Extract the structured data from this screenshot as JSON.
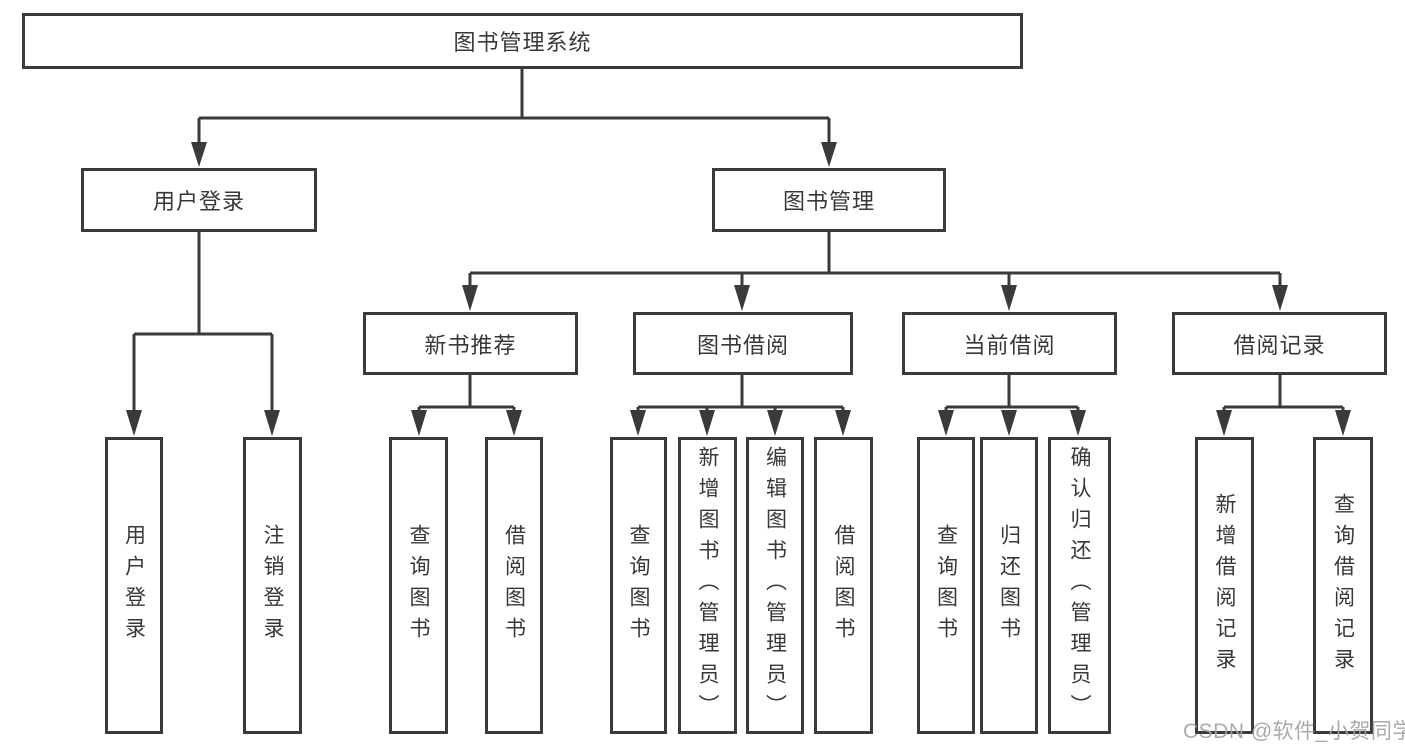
{
  "diagram": {
    "title": "图书管理系统",
    "branches": [
      {
        "label": "用户登录",
        "leaves": [
          "用户登录",
          "注销登录"
        ]
      },
      {
        "label": "图书管理",
        "children": [
          {
            "label": "新书推荐",
            "leaves": [
              "查询图书",
              "借阅图书"
            ]
          },
          {
            "label": "图书借阅",
            "leaves": [
              "查询图书",
              "新增图书（管理员）",
              "编辑图书（管理员）",
              "借阅图书"
            ]
          },
          {
            "label": "当前借阅",
            "leaves": [
              "查询图书",
              "归还图书",
              "确认归还（管理员）"
            ]
          },
          {
            "label": "借阅记录",
            "leaves": [
              "新增借阅记录",
              "查询借阅记录"
            ]
          }
        ]
      }
    ]
  },
  "watermark": {
    "text": "CSDN @软件_小贺同学"
  },
  "colors": {
    "line": "#3a3a3a",
    "text": "#383838",
    "background": "#ffffff",
    "watermark_text": "#a3a3a3"
  }
}
